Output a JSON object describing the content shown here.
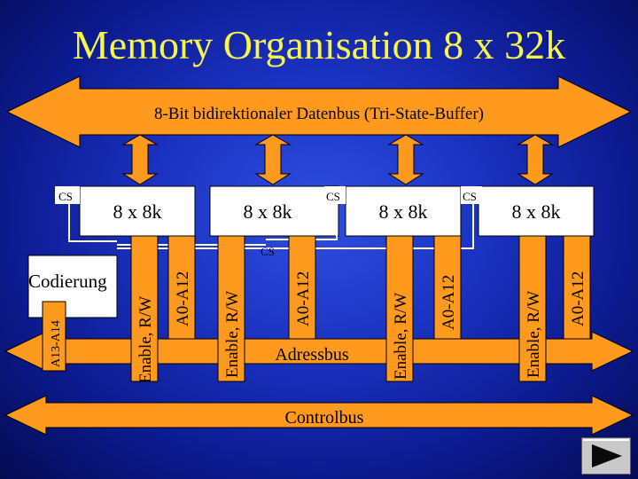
{
  "slide": {
    "title": "Memory Organisation 8 x 32k"
  },
  "diagram": {
    "databus_label": "8-Bit bidirektionaler Datenbus (Tri-State-Buffer)",
    "chips": [
      {
        "label": "8 x 8k"
      },
      {
        "label": "8 x 8k"
      },
      {
        "label": "8 x 8k"
      },
      {
        "label": "8 x 8k"
      }
    ],
    "cs_labels": [
      "CS",
      "CS",
      "CS",
      "CS"
    ],
    "decoder": {
      "label": "Codierung",
      "input_label": "A13-A14"
    },
    "vertical_bus_labels": [
      "Enable, R/W",
      "A0-A12",
      "Enable, R/W",
      "A0-A12",
      "Enable, R/W",
      "A0-A12",
      "Enable, R/W",
      "A0-A12"
    ],
    "address_bus_label": "Adressbus",
    "control_bus_label": "Controlbus"
  },
  "colors": {
    "background": "#1c34c4",
    "title": "#f7f44a",
    "bus_fill": "#ff9a1e",
    "chip_fill": "#ffffff",
    "text": "#000000"
  },
  "nav": {
    "icon": "play-forward-icon"
  }
}
